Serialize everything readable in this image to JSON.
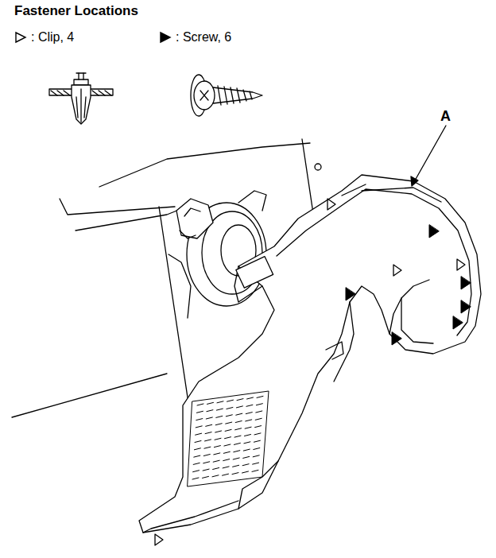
{
  "diagram": {
    "title": "Fastener Locations",
    "labels": [
      "A"
    ],
    "legend": [
      {
        "text": ": Clip, 4"
      },
      {
        "text": ": Screw, 6"
      }
    ]
  }
}
